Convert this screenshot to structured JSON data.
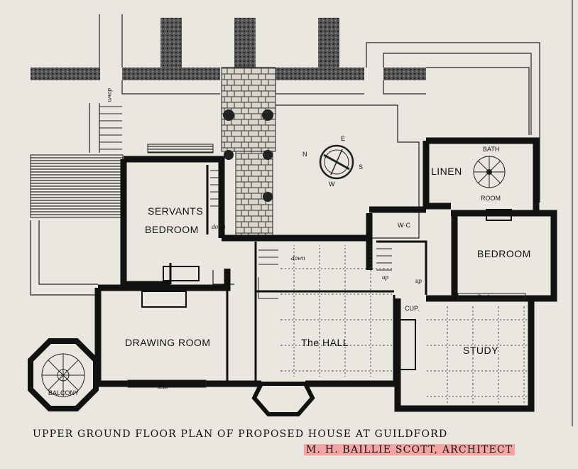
{
  "rooms": {
    "servants_bedroom_line1": "SERVANTS",
    "servants_bedroom_line2": "BEDROOM",
    "drawing_room": "DRAWING ROOM",
    "hall": "The HALL",
    "study": "STUDY",
    "bedroom": "BEDROOM",
    "linen": "LINEN",
    "bath": "BATH",
    "room": "ROOM",
    "wc": "W·C",
    "balcony": "BALCONY",
    "cup": "CUP."
  },
  "annotations": {
    "down_stairs_top": "down",
    "down_servants": "down",
    "down_hall": "down",
    "up_1": "up",
    "up_2": "up",
    "seat": "seat",
    "books": "Books"
  },
  "compass": {
    "north": "N",
    "east": "E",
    "south": "S",
    "west": "W"
  },
  "caption": "UPPER GROUND FLOOR PLAN OF PROPOSED HOUSE AT GUILDFORD",
  "architect": "M. H. BAILLIE SCOTT, ARCHITECT",
  "colors": {
    "paper": "#e9e7df",
    "ink": "#111111",
    "highlight": "#f2a5a2"
  }
}
